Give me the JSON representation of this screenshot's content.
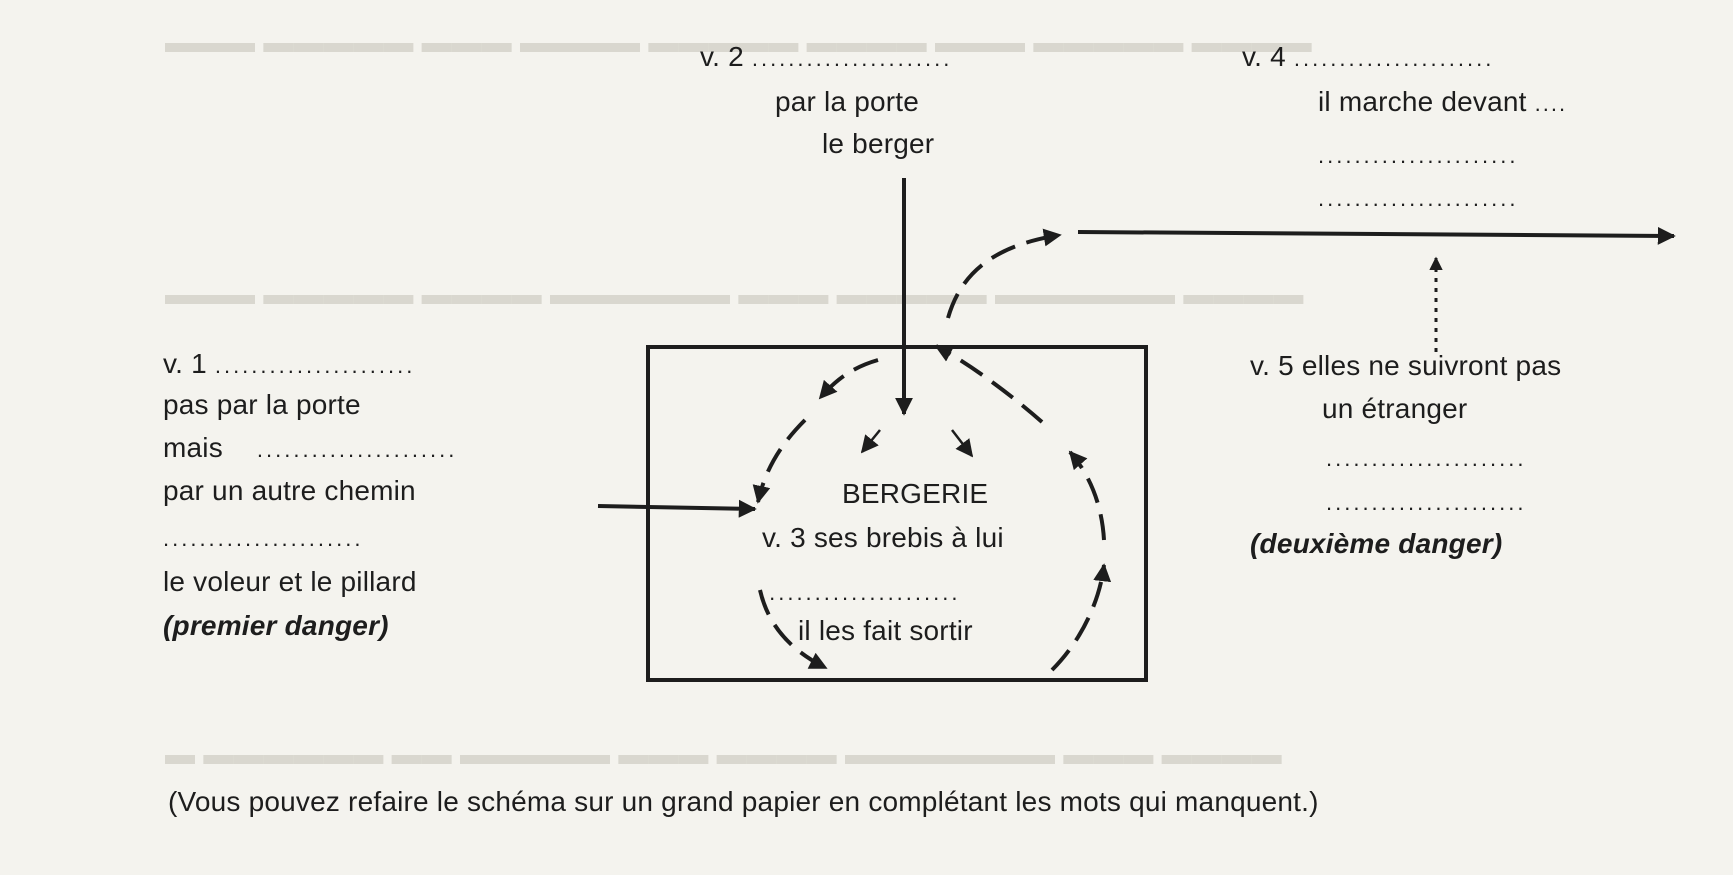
{
  "diagram": {
    "v2": {
      "label": "v. 2",
      "line1": "par la porte",
      "line2": "le berger"
    },
    "v4": {
      "label": "v. 4",
      "line1": "il marche devant"
    },
    "v1": {
      "label": "v. 1",
      "line1": "pas par la porte",
      "line2": "mais",
      "line3": "par un autre chemin",
      "line4": "le voleur et le pillard",
      "danger": "(premier danger)"
    },
    "bergerie": {
      "title": "BERGERIE",
      "v3": "v. 3 ses brebis à lui",
      "exit": "il les fait sortir"
    },
    "v5": {
      "label": "v. 5 elles ne suivront pas",
      "line2": "un étranger",
      "danger": "(deuxième danger)"
    },
    "instruction": "(Vous pouvez refaire le schéma sur un grand papier en complétant les mots qui manquent.)",
    "blank": "......................"
  }
}
